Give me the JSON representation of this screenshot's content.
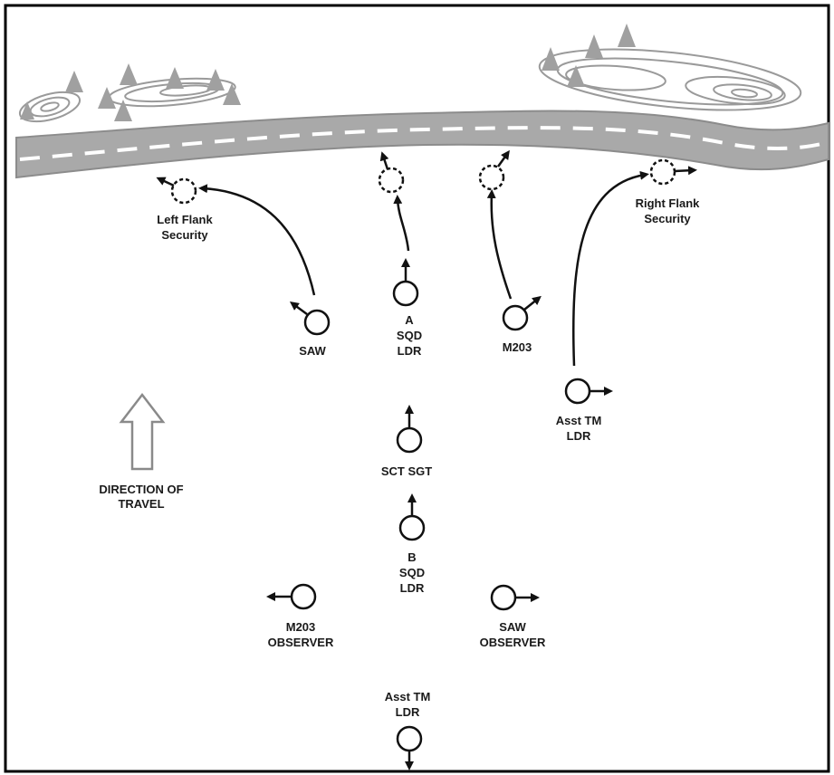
{
  "labels": {
    "left_flank": [
      "Left Flank",
      "Security"
    ],
    "right_flank": [
      "Right Flank",
      "Security"
    ],
    "saw": "SAW",
    "a_sqd_ldr": [
      "A",
      "SQD",
      "LDR"
    ],
    "m203": "M203",
    "asst_tm_ldr_right": [
      "Asst TM",
      "LDR"
    ],
    "direction": [
      "DIRECTION OF",
      "TRAVEL"
    ],
    "sct_sgt": "SCT SGT",
    "b_sqd_ldr": [
      "B",
      "SQD",
      "LDR"
    ],
    "m203_observer": [
      "M203",
      "OBSERVER"
    ],
    "saw_observer": [
      "SAW",
      "OBSERVER"
    ],
    "asst_tm_ldr_bottom": [
      "Asst TM",
      "LDR"
    ]
  },
  "colors": {
    "road": "#a9a9a9",
    "road_edge": "#8c8c8c",
    "center_line": "#ffffff",
    "ink": "#111111",
    "terrain": "#9a9a9a",
    "border": "#000000"
  }
}
